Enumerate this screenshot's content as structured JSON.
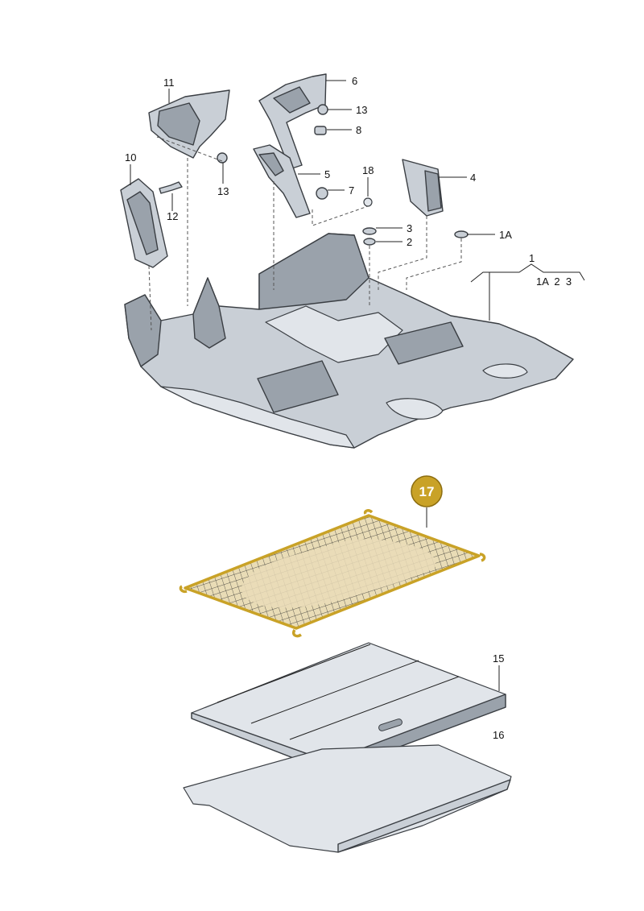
{
  "diagram": {
    "callouts": [
      {
        "id": "c11",
        "text": "11"
      },
      {
        "id": "c6",
        "text": "6"
      },
      {
        "id": "c13a",
        "text": "13"
      },
      {
        "id": "c8",
        "text": "8"
      },
      {
        "id": "c10",
        "text": "10"
      },
      {
        "id": "c13b",
        "text": "13"
      },
      {
        "id": "c12",
        "text": "12"
      },
      {
        "id": "c5",
        "text": "5"
      },
      {
        "id": "c18",
        "text": "18"
      },
      {
        "id": "c7",
        "text": "7"
      },
      {
        "id": "c4",
        "text": "4"
      },
      {
        "id": "c3",
        "text": "3"
      },
      {
        "id": "c2",
        "text": "2"
      },
      {
        "id": "c1A",
        "text": "1A"
      },
      {
        "id": "c1",
        "text": "1"
      },
      {
        "id": "c1group",
        "text": "1A  2  3"
      },
      {
        "id": "c15",
        "text": "15"
      },
      {
        "id": "c16",
        "text": "16"
      }
    ],
    "highlight_badge": {
      "text": "17",
      "color": "#c9a227"
    },
    "colors": {
      "part_fill": "#c9cfd6",
      "outline": "#3a3e43",
      "highlight": "#c9a227"
    }
  }
}
